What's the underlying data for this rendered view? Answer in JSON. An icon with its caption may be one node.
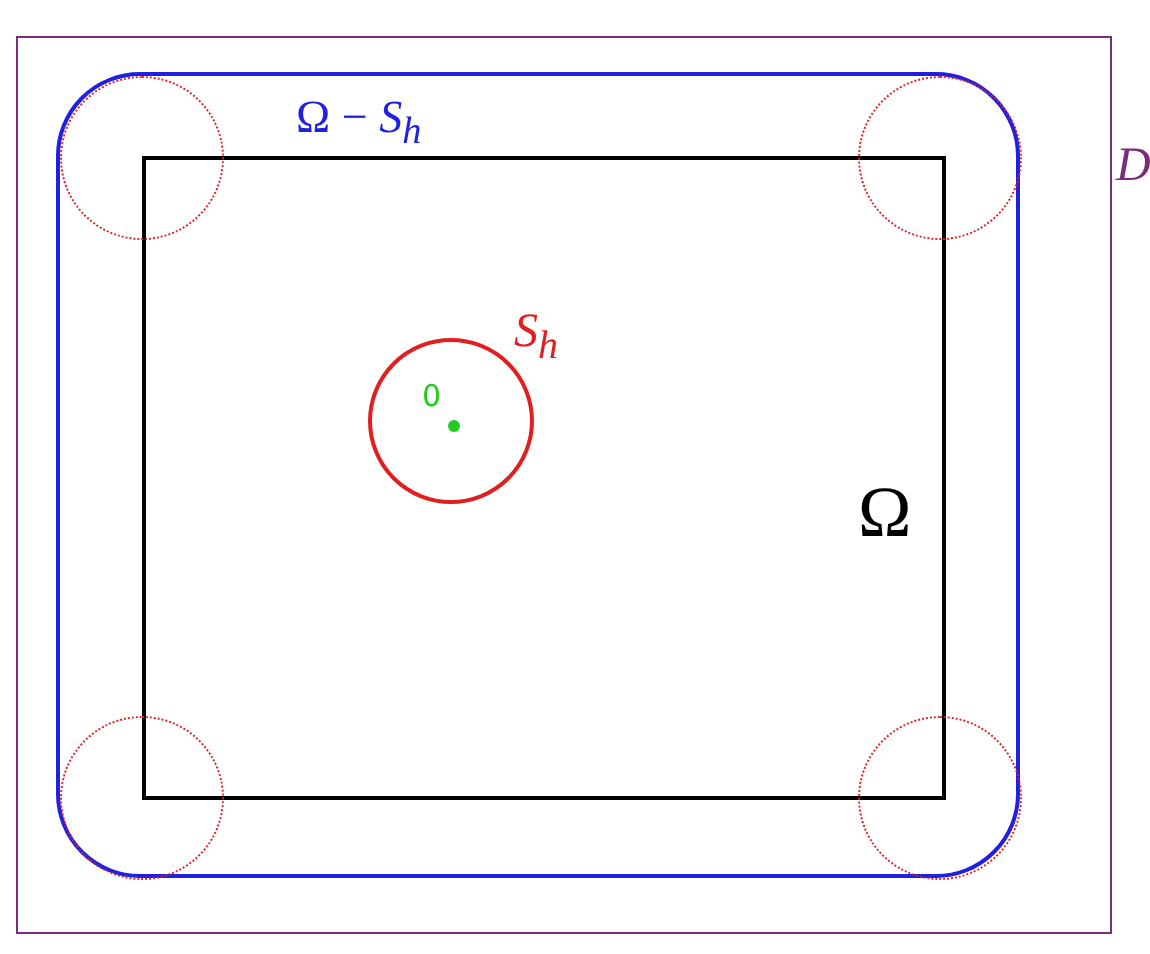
{
  "diagram": {
    "nodes": [
      {
        "text": [],
        "shape": "box",
        "beside": [
          "D"
        ]
      },
      {
        "text": [
          "Ω − *S*$_{h}$"
        ],
        "in": 0
      },
      {
        "text": [
          "Ω"
        ],
        "in": 1
      },
      {
        "text": [
          "S$_{h}$"
        ],
        "in": 2
      },
      {
        "text": [
          "0"
        ],
        "in": 3
      },
      {
        "text": [],
        "shape": "circle",
        "in": 1
      },
      {
        "text": [],
        "shape": "circle",
        "in": 1
      },
      {
        "text": [],
        "shape": "circle",
        "in": 1
      },
      {
        "text": [],
        "shape": "circle",
        "in": 1
      }
    ]
  }
}
